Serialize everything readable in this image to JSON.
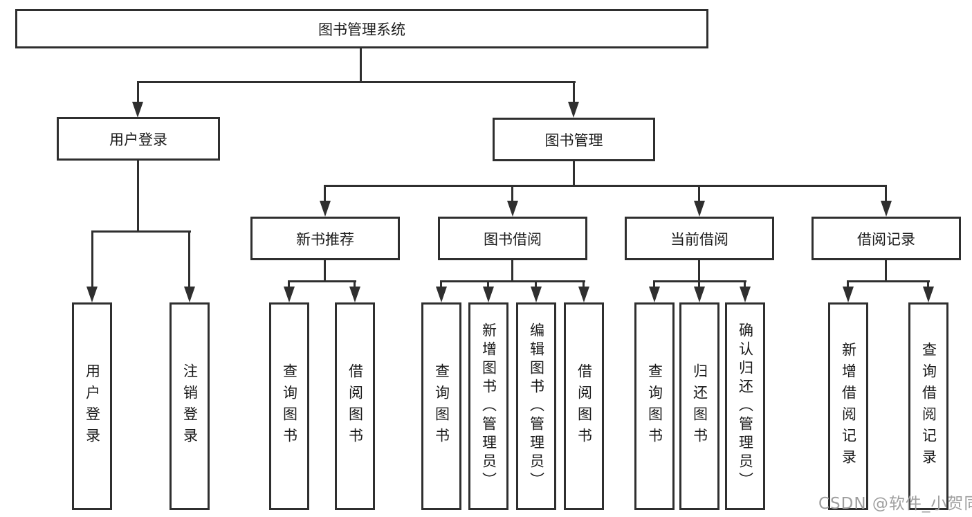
{
  "diagram_type": "org-chart",
  "tree": {
    "label": "图书管理系统",
    "children": [
      {
        "label": "用户登录",
        "children": [
          {
            "label": "用户登录"
          },
          {
            "label": "注销登录"
          }
        ]
      },
      {
        "label": "图书管理",
        "children": [
          {
            "label": "新书推荐",
            "children": [
              {
                "label": "查询图书"
              },
              {
                "label": "借阅图书"
              }
            ]
          },
          {
            "label": "图书借阅",
            "children": [
              {
                "label": "查询图书"
              },
              {
                "label": "新增图书（管理员）"
              },
              {
                "label": "编辑图书（管理员）"
              },
              {
                "label": "借阅图书"
              }
            ]
          },
          {
            "label": "当前借阅",
            "children": [
              {
                "label": "查询图书"
              },
              {
                "label": "归还图书"
              },
              {
                "label": "确认归还（管理员）"
              }
            ]
          },
          {
            "label": "借阅记录",
            "children": [
              {
                "label": "新增借阅记录"
              },
              {
                "label": "查询借阅记录"
              }
            ]
          }
        ]
      }
    ]
  },
  "watermark": {
    "text": "CSDN @软件_小贺同学"
  },
  "colors": {
    "line": "#2f2f2f",
    "border": "#2f2f2f",
    "text": "#1a1a1a",
    "watermark": "#9e9e9e",
    "background": "#ffffff"
  }
}
